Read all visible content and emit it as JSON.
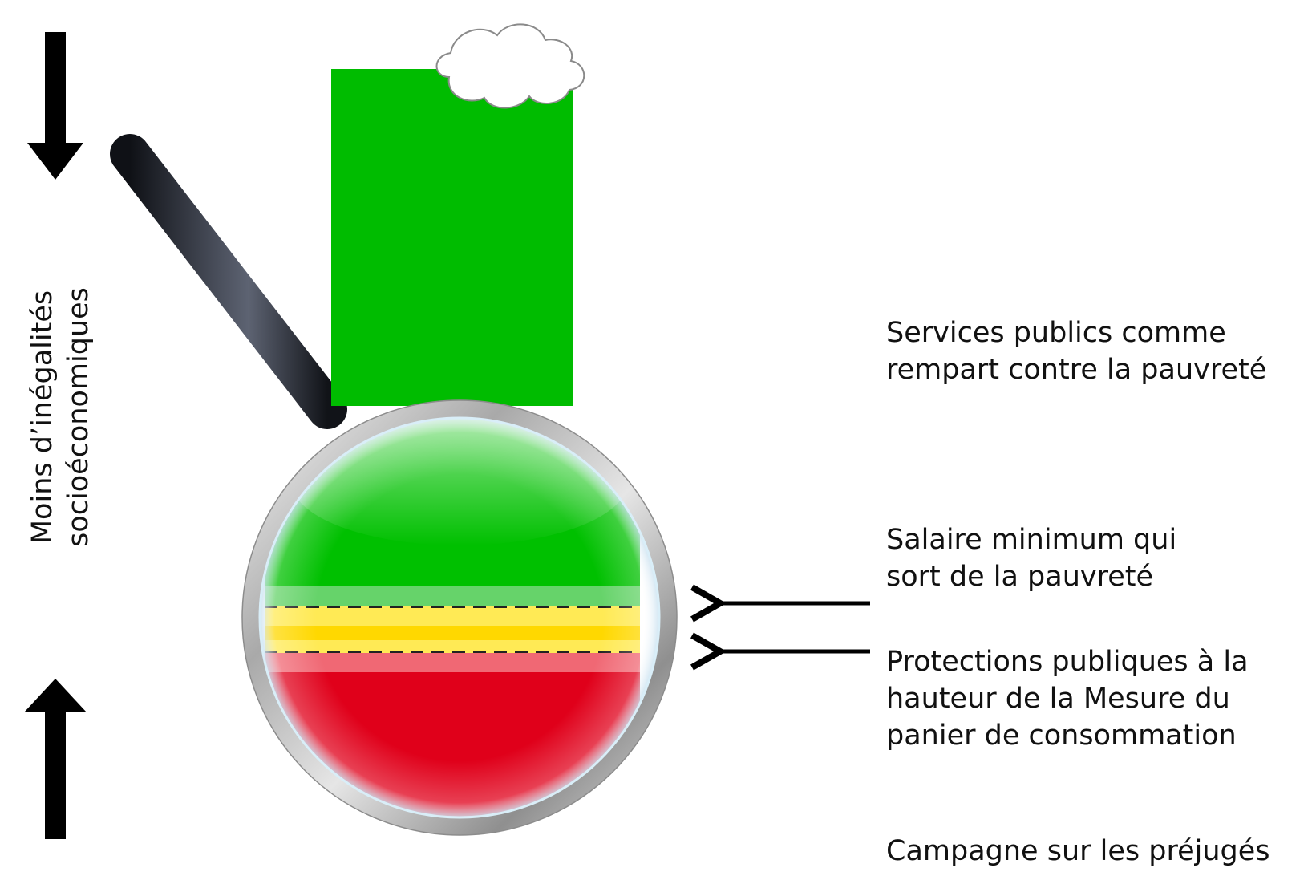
{
  "vertical_label": {
    "line1": "Moins d’inégalités",
    "line2": "socioéconomiques"
  },
  "annotations": {
    "services": {
      "line1": "Services publics comme",
      "line2": "rempart contre la pauvreté"
    },
    "salary": {
      "line1": "Salaire minimum qui",
      "line2": "sort de la pauvreté"
    },
    "protections": {
      "line1": "Protections publiques à la",
      "line2": "hauteur de la Mesure du",
      "line3": "panier de consommation"
    },
    "campaign": {
      "line1": "Campagne sur les préjugés"
    }
  },
  "icons": {
    "top": "arrow-down-icon",
    "bottom": "arrow-up-icon",
    "center": "magnifying-glass-icon",
    "cloud": "cloud-icon"
  },
  "colors": {
    "green_bar": "#00b800",
    "green_zone": "#00c000",
    "yellow_band": "#ffe84a",
    "red_zone": "#e0001a",
    "arrows": "#000000",
    "lens_rim": "#b0b0b0",
    "handle": "#2a2d36"
  }
}
